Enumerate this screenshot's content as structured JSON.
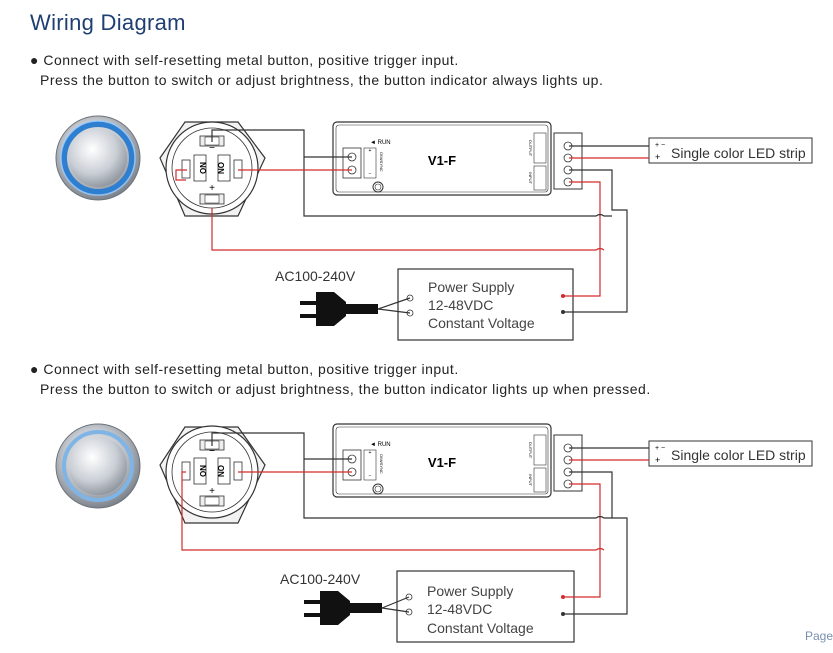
{
  "title": "Wiring Diagram",
  "sections": [
    {
      "line1": "● Connect with self-resetting metal button, positive trigger input.",
      "line2": "Press the button to switch or adjust brightness, the button indicator always lights up."
    },
    {
      "line1": "● Connect with self-resetting metal button, positive trigger input.",
      "line2": "Press the button to switch or adjust brightness, the button indicator lights up when pressed."
    }
  ],
  "labels": {
    "controller": "V1-F",
    "run": "◄ RUN",
    "output": "OUTPUT",
    "input": "INPUT",
    "dim_label": "DIM/SYNC",
    "no": "NO",
    "minus": "−",
    "plus": "+",
    "led": "Single color LED strip",
    "ac": "AC100-240V",
    "ps1": "Power Supply",
    "ps2": "12-48VDC",
    "ps3": "Constant Voltage"
  },
  "page_label": "Page",
  "colors": {
    "title": "#1f3f73",
    "wire_red": "#d42a2a",
    "wire_dark": "#333333",
    "ring_blue": "#2f7fd0"
  }
}
